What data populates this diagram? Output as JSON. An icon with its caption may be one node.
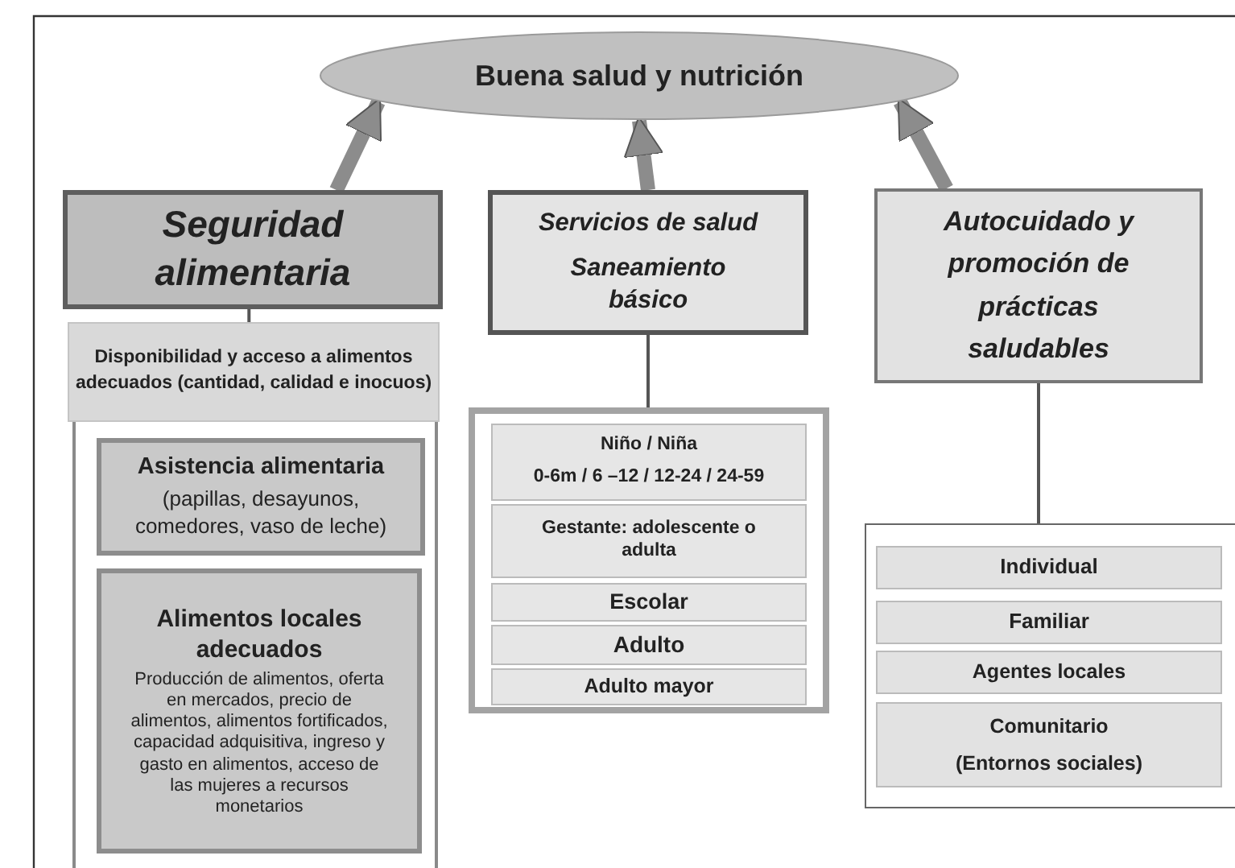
{
  "diagram": {
    "nodes": [
      {
        "text": [
          "Buena salud y nutrición"
        ]
      },
      {
        "text": [
          "Seguridad alimentaria"
        ]
      },
      {
        "text": [
          "Disponibilidad y acceso a alimentos adecuados (cantidad, calidad e inocuos)"
        ]
      },
      {
        "text": [
          "Asistencia alimentaria",
          "(papillas, desayunos, comedores, vaso de leche)"
        ],
        "in": 2
      },
      {
        "text": [
          "Alimentos locales adecuados",
          "Producción de alimentos, oferta en mercados, precio de alimentos, alimentos fortificados, capacidad adquisitiva, ingreso y gasto en alimentos, acceso de las mujeres a recursos monetarios"
        ],
        "in": 2
      },
      {
        "text": [
          "Servicios de salud",
          "Saneamiento básico"
        ]
      },
      {
        "text": [],
        "shape": "box"
      },
      {
        "text": [
          "Niño / Niña",
          "0-6m / 6 –12 / 12-24 / 24-59"
        ],
        "in": 6
      },
      {
        "text": [
          "Gestante: adolescente o adulta"
        ],
        "in": 6
      },
      {
        "text": [
          "Escolar"
        ],
        "in": 6
      },
      {
        "text": [
          "Adulto"
        ],
        "in": 6
      },
      {
        "text": [
          "Adulto mayor"
        ],
        "in": 6
      },
      {
        "text": [
          "Autocuidado y promoción de prácticas saludables"
        ]
      },
      {
        "text": [],
        "shape": "box"
      },
      {
        "text": [
          "Individual"
        ],
        "in": 13
      },
      {
        "text": [
          "Familiar"
        ],
        "in": 13
      },
      {
        "text": [
          "Agentes locales"
        ],
        "in": 13
      },
      {
        "text": [
          "Comunitario",
          "(Entornos sociales)"
        ],
        "in": 13
      }
    ],
    "edges": [
      {
        "from": 1,
        "to": 0,
        "arrow": "to",
        "style": "thick"
      },
      {
        "from": 5,
        "to": 0,
        "arrow": "to",
        "style": "thick"
      },
      {
        "from": 12,
        "to": 0,
        "arrow": "to",
        "style": "thick"
      },
      {
        "from": 1,
        "to": 2,
        "arrow": "none"
      },
      {
        "from": 5,
        "to": 6,
        "arrow": "none"
      },
      {
        "from": 12,
        "to": 13,
        "arrow": "none"
      }
    ]
  }
}
